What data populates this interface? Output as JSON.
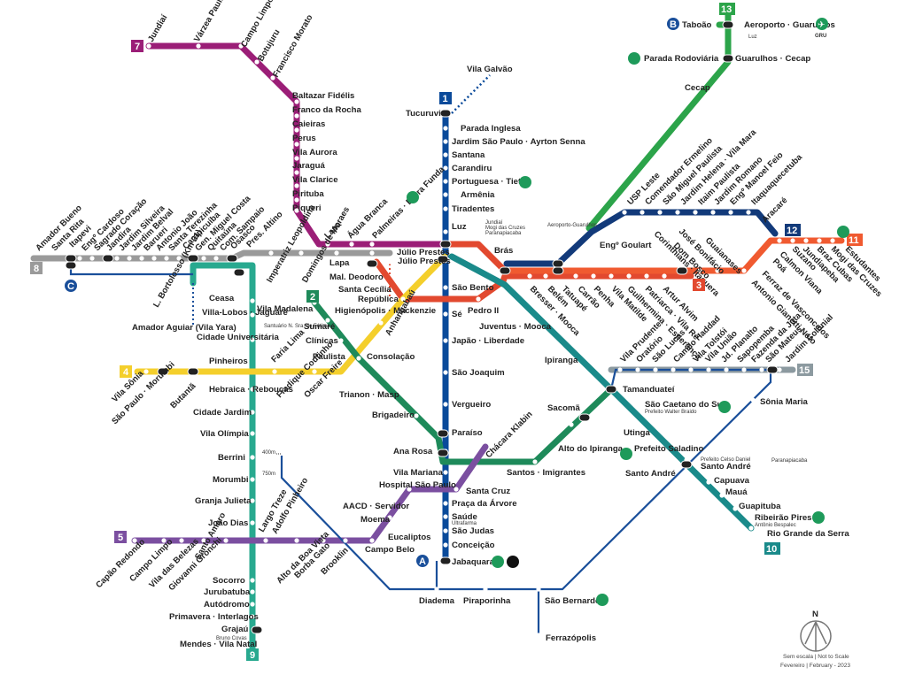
{
  "colors": {
    "l1": "#0a4a9a",
    "l2": "#1e8a5a",
    "l3": "#e2492f",
    "l4": "#f4cf2c",
    "l5": "#7b4fa0",
    "l7": "#9b1e77",
    "l8": "#9a9a9a",
    "l9": "#28a98f",
    "l10": "#1a8a8a",
    "l11": "#f05a30",
    "l12": "#123a7a",
    "l13": "#2ca44a",
    "l15": "#8c9aa0",
    "text": "#222222",
    "cptm_icon": "#1e9a5a"
  },
  "line_badges": [
    {
      "id": "l1",
      "text": "1"
    },
    {
      "id": "l2",
      "text": "2"
    },
    {
      "id": "l3",
      "text": "3"
    },
    {
      "id": "l4",
      "text": "4"
    },
    {
      "id": "l5",
      "text": "5"
    },
    {
      "id": "l7",
      "text": "7"
    },
    {
      "id": "l8",
      "text": "8"
    },
    {
      "id": "l9",
      "text": "9"
    },
    {
      "id": "l10",
      "text": "10"
    },
    {
      "id": "l11",
      "text": "11"
    },
    {
      "id": "l12",
      "text": "12"
    },
    {
      "id": "l13",
      "text": "13"
    },
    {
      "id": "l15",
      "text": "15"
    },
    {
      "id": "bA",
      "text": "A"
    },
    {
      "id": "bB",
      "text": "B"
    },
    {
      "id": "bC",
      "text": "C"
    }
  ],
  "stations": {
    "l7": [
      "Jundiaí",
      "Várzea Paulista",
      "Campo Limpo Paulista",
      "Botujuru",
      "Francisco Morato",
      "Baltazar Fidélis",
      "Franco da Rocha",
      "Caieiras",
      "Perus",
      "Vila Aurora",
      "Jaraguá",
      "Vila Clarice",
      "Pirituba",
      "Piqueri",
      "Lapa",
      "Água Branca",
      "Palmeiras · Barra Funda",
      "Júlio Prestes"
    ],
    "l1": [
      "Vila Galvão",
      "Tucuruvi",
      "Parada Inglesa",
      "Jardim São Paulo · Ayrton Senna",
      "Santana",
      "Carandiru",
      "Portuguesa · Tietê",
      "Armênia",
      "Tiradentes",
      "Luz",
      "São Bento",
      "Sé",
      "Japão · Liberdade",
      "São Joaquim",
      "Vergueiro",
      "Paraíso",
      "Ana Rosa",
      "Vila Mariana",
      "Santa Cruz",
      "Praça da Árvore",
      "Saúde",
      "São Judas",
      "Conceição",
      "Jabaquara"
    ],
    "l13": [
      "Aeroporto · Guarulhos",
      "Taboão",
      "Parada Rodoviária",
      "Guarulhos · Cecap",
      "Cecap",
      "Engº Goulart"
    ],
    "l8": [
      "Amador Bueno",
      "Santa Rita",
      "Itapevi",
      "Engº Cardoso",
      "Sagrado Coração",
      "Jandira",
      "Jardim Silveira",
      "Jardim Belval",
      "Barueri",
      "Antonio João",
      "Santa Terezinha",
      "Carapicuíba",
      "Gen. Miguel Costa",
      "Quitaúna",
      "Com. Sampaio",
      "Osasco",
      "Pres. Altino",
      "Imperatriz Leopoldina",
      "Domingos de Moraes",
      "Lapa",
      "Júlio Prestes"
    ],
    "l9": [
      "L. Bortolosso (Km 21)",
      "Amador Aguiar (Vila Yara)",
      "Ceasa",
      "Villa-Lobos · Jaguaré",
      "Cidade Universitária",
      "Pinheiros",
      "Hebraica · Rebouças",
      "Cidade Jardim",
      "Vila Olímpia",
      "Berrini",
      "Morumbi",
      "Granja Julieta",
      "João Dias",
      "Santo Amaro",
      "Socorro",
      "Jurubatuba",
      "Autódromo",
      "Primavera · Interlagos",
      "Grajaú",
      "Bruno Covas",
      "Mendes · Vila Natal"
    ],
    "l2": [
      "Vila Madalena",
      "Santuário N. Sra. de Fátima",
      "Sumaré",
      "Clínicas",
      "Paulista",
      "Consolação",
      "Trianon · Masp",
      "Brigadeiro",
      "Chácara Klabin",
      "Sacomã",
      "Alto do Ipiranga",
      "Santos · Imigrantes",
      "Tamanduateí"
    ],
    "l3": [
      "Mal. Deodoro",
      "Santa Cecília",
      "República",
      "Anhangabaú",
      "Pedro II",
      "Brás",
      "Bresser · Mooca",
      "Belém",
      "Tatuapé",
      "Carrão",
      "Penha",
      "Vila Matilde",
      "Guilhermina · Esperança",
      "Patriarca · Vila Ré",
      "Artur Alvim",
      "Corinthians · Itaquera"
    ],
    "l4": [
      "Vila Sônia",
      "São Paulo · Morumbi",
      "Butantã",
      "Pinheiros",
      "Faria Lima",
      "Fradique Coutinho",
      "Oscar Freire",
      "Higienópolis · Mackenzie",
      "Paulista",
      "República",
      "Luz"
    ],
    "l5": [
      "Capão Redondo",
      "Campo Limpo",
      "Vila das Belezas",
      "Giovanni Gronchi",
      "Santo Amaro",
      "Largo Treze",
      "Adolfo Pinheiro",
      "Alto da Boa Vista",
      "Borba Gato",
      "Brooklin",
      "Campo Belo",
      "Eucaliptos",
      "Moema",
      "AACD · Servidor",
      "Hospital São Paulo",
      "Santa Cruz",
      "Chácara Klabin"
    ],
    "l10": [
      "Brás",
      "Juventus · Mooca",
      "Ipiranga",
      "Tamanduateí",
      "São Caetano do Sul",
      "Prefeito Walter Braido",
      "Utinga",
      "Prefeito Saladino",
      "Santo André",
      "Prefeito Celso Daniel",
      "Capuava",
      "Mauá",
      "Guapituba",
      "Ribeirão Pires",
      "Antônio Bespalec",
      "Rio Grande da Serra"
    ],
    "l11": [
      "José Bonifácio",
      "Dom Bosco",
      "Guaianases",
      "Antonio Gianetti Neto",
      "Ferraz de Vasconcelos",
      "Poá",
      "Calmon Viana",
      "Suzano",
      "Jundiapeba",
      "Braz Cubas",
      "Mogi das Cruzes",
      "Estudantes"
    ],
    "l12": [
      "USP Leste",
      "Comendador Ermelino",
      "São Miguel Paulista",
      "Jardim Helena · Vila Mara",
      "Itaim Paulista",
      "Jardim Romano",
      "Engº Manoel Feio",
      "Itaquaquecetuba",
      "Aracaré"
    ],
    "l15": [
      "Vila Prudente",
      "Oratório",
      "São Lucas",
      "Camilo Haddad",
      "Vila Tolstói",
      "Vila União",
      "Jd. Planalto",
      "Sapopemba",
      "Fazenda da Juta",
      "São Mateus",
      "Jardim Colonial"
    ],
    "bus": [
      "Sônia Maria",
      "Diadema",
      "Piraporinha",
      "São Bernardo",
      "Ferrazópolis"
    ]
  },
  "annotations": {
    "luz_jundiai": "Jundiaí",
    "luz_mogi": "Mogi das Cruzes",
    "luz_parana": "Paranapiacaba",
    "luz_aero": "Aeroporto-Guarulhos",
    "gru_luz": "Luz",
    "gru": "GRU",
    "sa_parana": "Paranapiacaba",
    "walk_400": "400m",
    "walk_750": "750m",
    "saude_sub": "Ultrafarma",
    "north": "N",
    "scale": "Sem escala | Not to Scale",
    "date": "Fevereiro | February - 2023"
  }
}
